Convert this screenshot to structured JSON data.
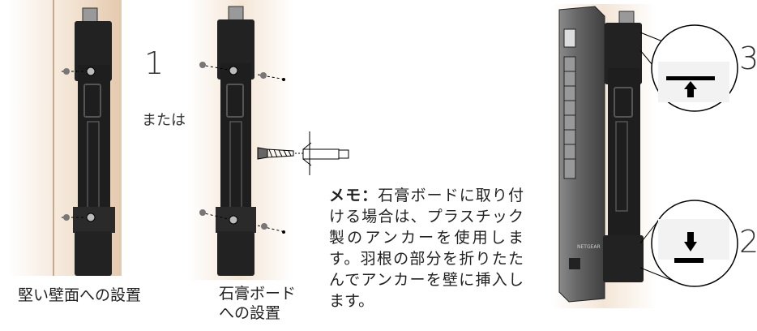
{
  "steps": {
    "step1": "1",
    "step2": "2",
    "step3": "3"
  },
  "or_text": "または",
  "caption_hard_wall": "堅い壁面への設置",
  "caption_drywall_line1": "石膏ボード",
  "caption_drywall_line2": "への設置",
  "memo": {
    "label": "メモ：",
    "body": "石膏ボードに取り付ける場合は、プラスチック製のアンカーを使用します。羽根の部分を折りたたんでアンカーを壁に挿入します。"
  },
  "device_brand": "NETGEAR",
  "colors": {
    "wall": "#e9d4bd",
    "bracket": "#1f1f1f",
    "switch_body": "#5a5a5a",
    "outline": "#000000"
  },
  "icons": [
    "screw-icon",
    "arrow-up-icon",
    "arrow-down-icon",
    "anchor-icon"
  ]
}
